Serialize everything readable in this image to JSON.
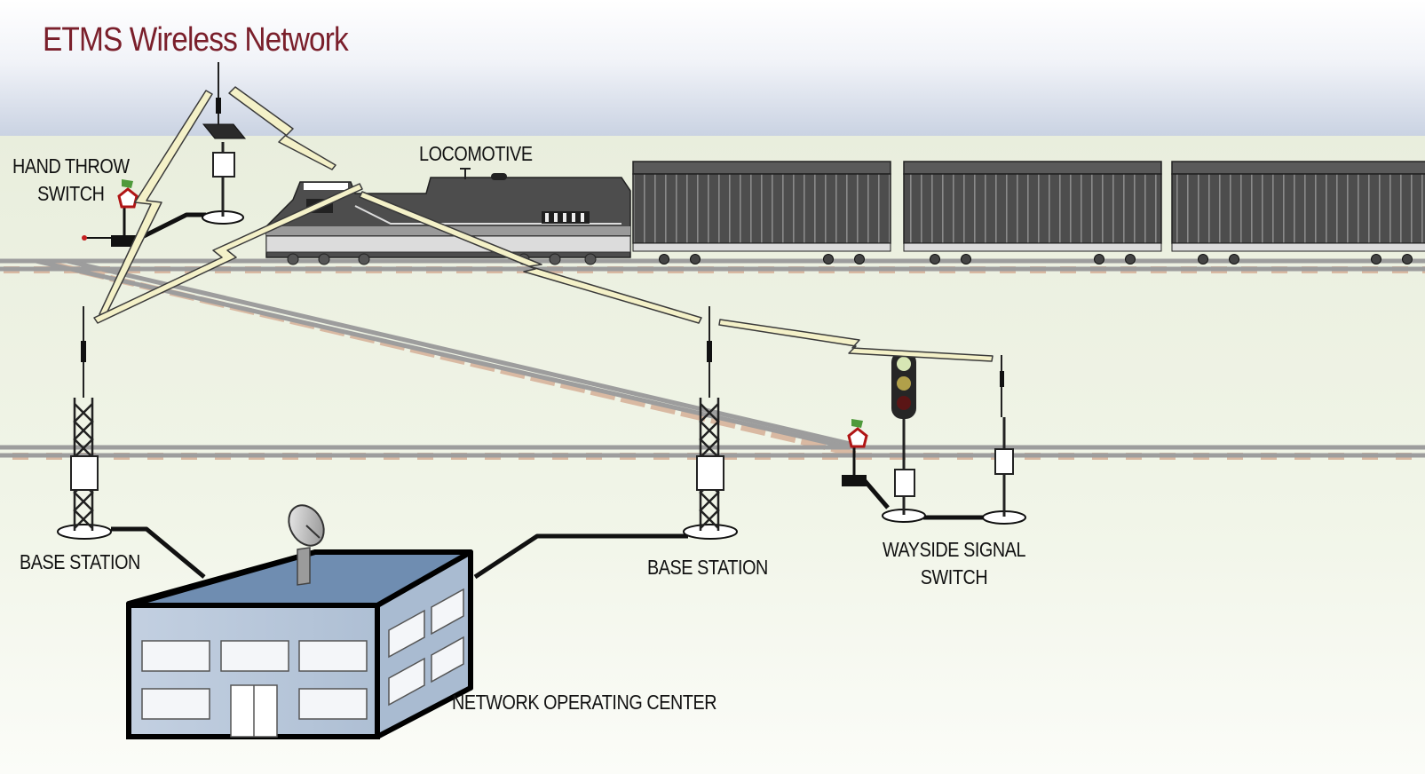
{
  "title": "ETMS Wireless Network",
  "labels": {
    "hand_throw_switch": "HAND THROW\nSWITCH",
    "locomotive": "LOCOMOTIVE",
    "base_station_left": "BASE STATION",
    "base_station_right": "BASE STATION",
    "wayside_signal_switch": "WAYSIDE SIGNAL\nSWITCH",
    "network_operating_center": "NETWORK OPERATING CENTER"
  },
  "colors": {
    "title": "#7a1f2b",
    "sky_top": "#c9d2e2",
    "ground": "#eef2e3",
    "rail": "#9a9a9a",
    "tie": "#d9b9a2",
    "train": "#4a4a4a",
    "signal_beam": "#f4f1c8",
    "building_roof": "#6f8db1",
    "building_wall": "#b9c7d9",
    "wire": "#111111",
    "signal_lamp_green": "#d7e6b4",
    "signal_lamp_yellow": "#b1a04a",
    "signal_lamp_red": "#5a1515"
  },
  "icons": [
    "antenna-icon",
    "solar-panel-icon",
    "satellite-dish-icon",
    "switch-target-icon",
    "traffic-signal-icon",
    "lattice-tower-icon"
  ]
}
